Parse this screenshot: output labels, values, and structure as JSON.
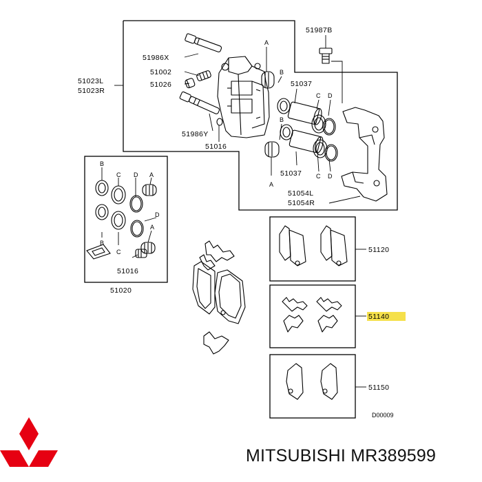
{
  "brand": {
    "text": "MITSUBISHI MR389599",
    "logo": "mitsubishi-three-diamonds",
    "logo_color": "#e60012"
  },
  "diagram": {
    "code": "D00009",
    "highlight_color": "#f5e04a",
    "highlighted_part": "51140",
    "parts": {
      "p51987B": "51987B",
      "p51986X": "51986X",
      "p51002": "51002",
      "p51026": "51026",
      "p51023L": "51023L",
      "p51023R": "51023R",
      "p51986Y": "51986Y",
      "p51016_top": "51016",
      "p51037_top": "51037",
      "p51037_bot": "51037",
      "p51054L": "51054L",
      "p51054R": "51054R",
      "p51016_kit": "51016",
      "p51020": "51020",
      "p51120": "51120",
      "p51140": "51140",
      "p51150": "51150"
    },
    "letters": {
      "A1": "A",
      "B1": "B",
      "C1": "C",
      "D1": "D",
      "B2": "B",
      "C2": "C",
      "D2": "D",
      "A2": "A",
      "kB1": "B",
      "kC1": "C",
      "kD1": "D",
      "kA1": "A",
      "kD2": "D",
      "kA2": "A",
      "kB2": "B",
      "kC2": "C"
    }
  }
}
